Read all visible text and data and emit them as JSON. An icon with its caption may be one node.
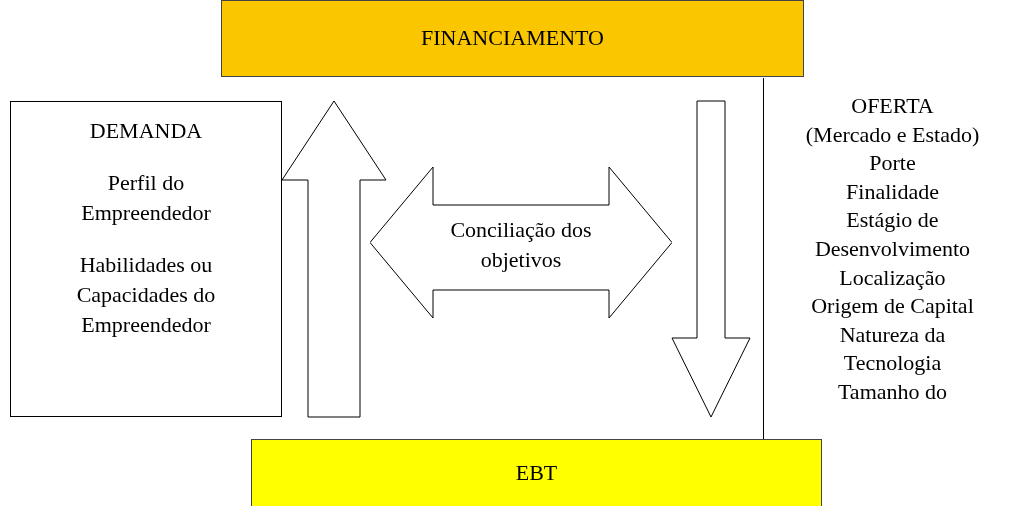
{
  "diagram": {
    "nodes": [
      {
        "text": [
          "FINANCIAMENTO"
        ]
      },
      {
        "text": [
          "DEMANDA",
          "Perfil do Empreendedor",
          "Habilidades ou Capacidades do Empreendedor"
        ]
      },
      {
        "text": [
          "Conciliação dos objetivos"
        ]
      },
      {
        "text": [
          "OFERTA",
          "(Mercado e Estado)",
          "Porte",
          "Finalidade",
          "Estágio de Desenvolvimento",
          "Localização",
          "Origem de Capital",
          "Natureza da Tecnologia",
          "Tamanho do"
        ]
      },
      {
        "text": [
          "EBT"
        ]
      }
    ],
    "edges": [
      {
        "from": 4,
        "to": 0,
        "arrow": "to"
      },
      {
        "from": 0,
        "to": 4,
        "arrow": "to"
      }
    ]
  }
}
